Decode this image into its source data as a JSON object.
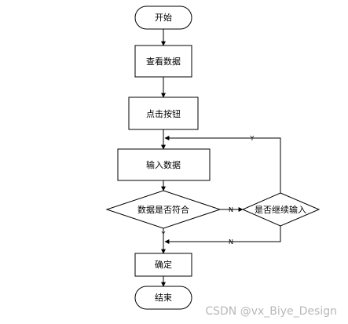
{
  "nodes": {
    "start": "开始",
    "view_data": "查看数据",
    "click_button": "点击按钮",
    "input_data": "输入数据",
    "data_match": "数据是否符合",
    "continue_input": "是否继续输入",
    "confirm": "确定",
    "end": "结束"
  },
  "edges": {
    "loop_yes": "Y",
    "match_no": "N",
    "match_yes": "Y",
    "continue_no": "N"
  },
  "watermark": "CSDN @vx_Biye_Design"
}
